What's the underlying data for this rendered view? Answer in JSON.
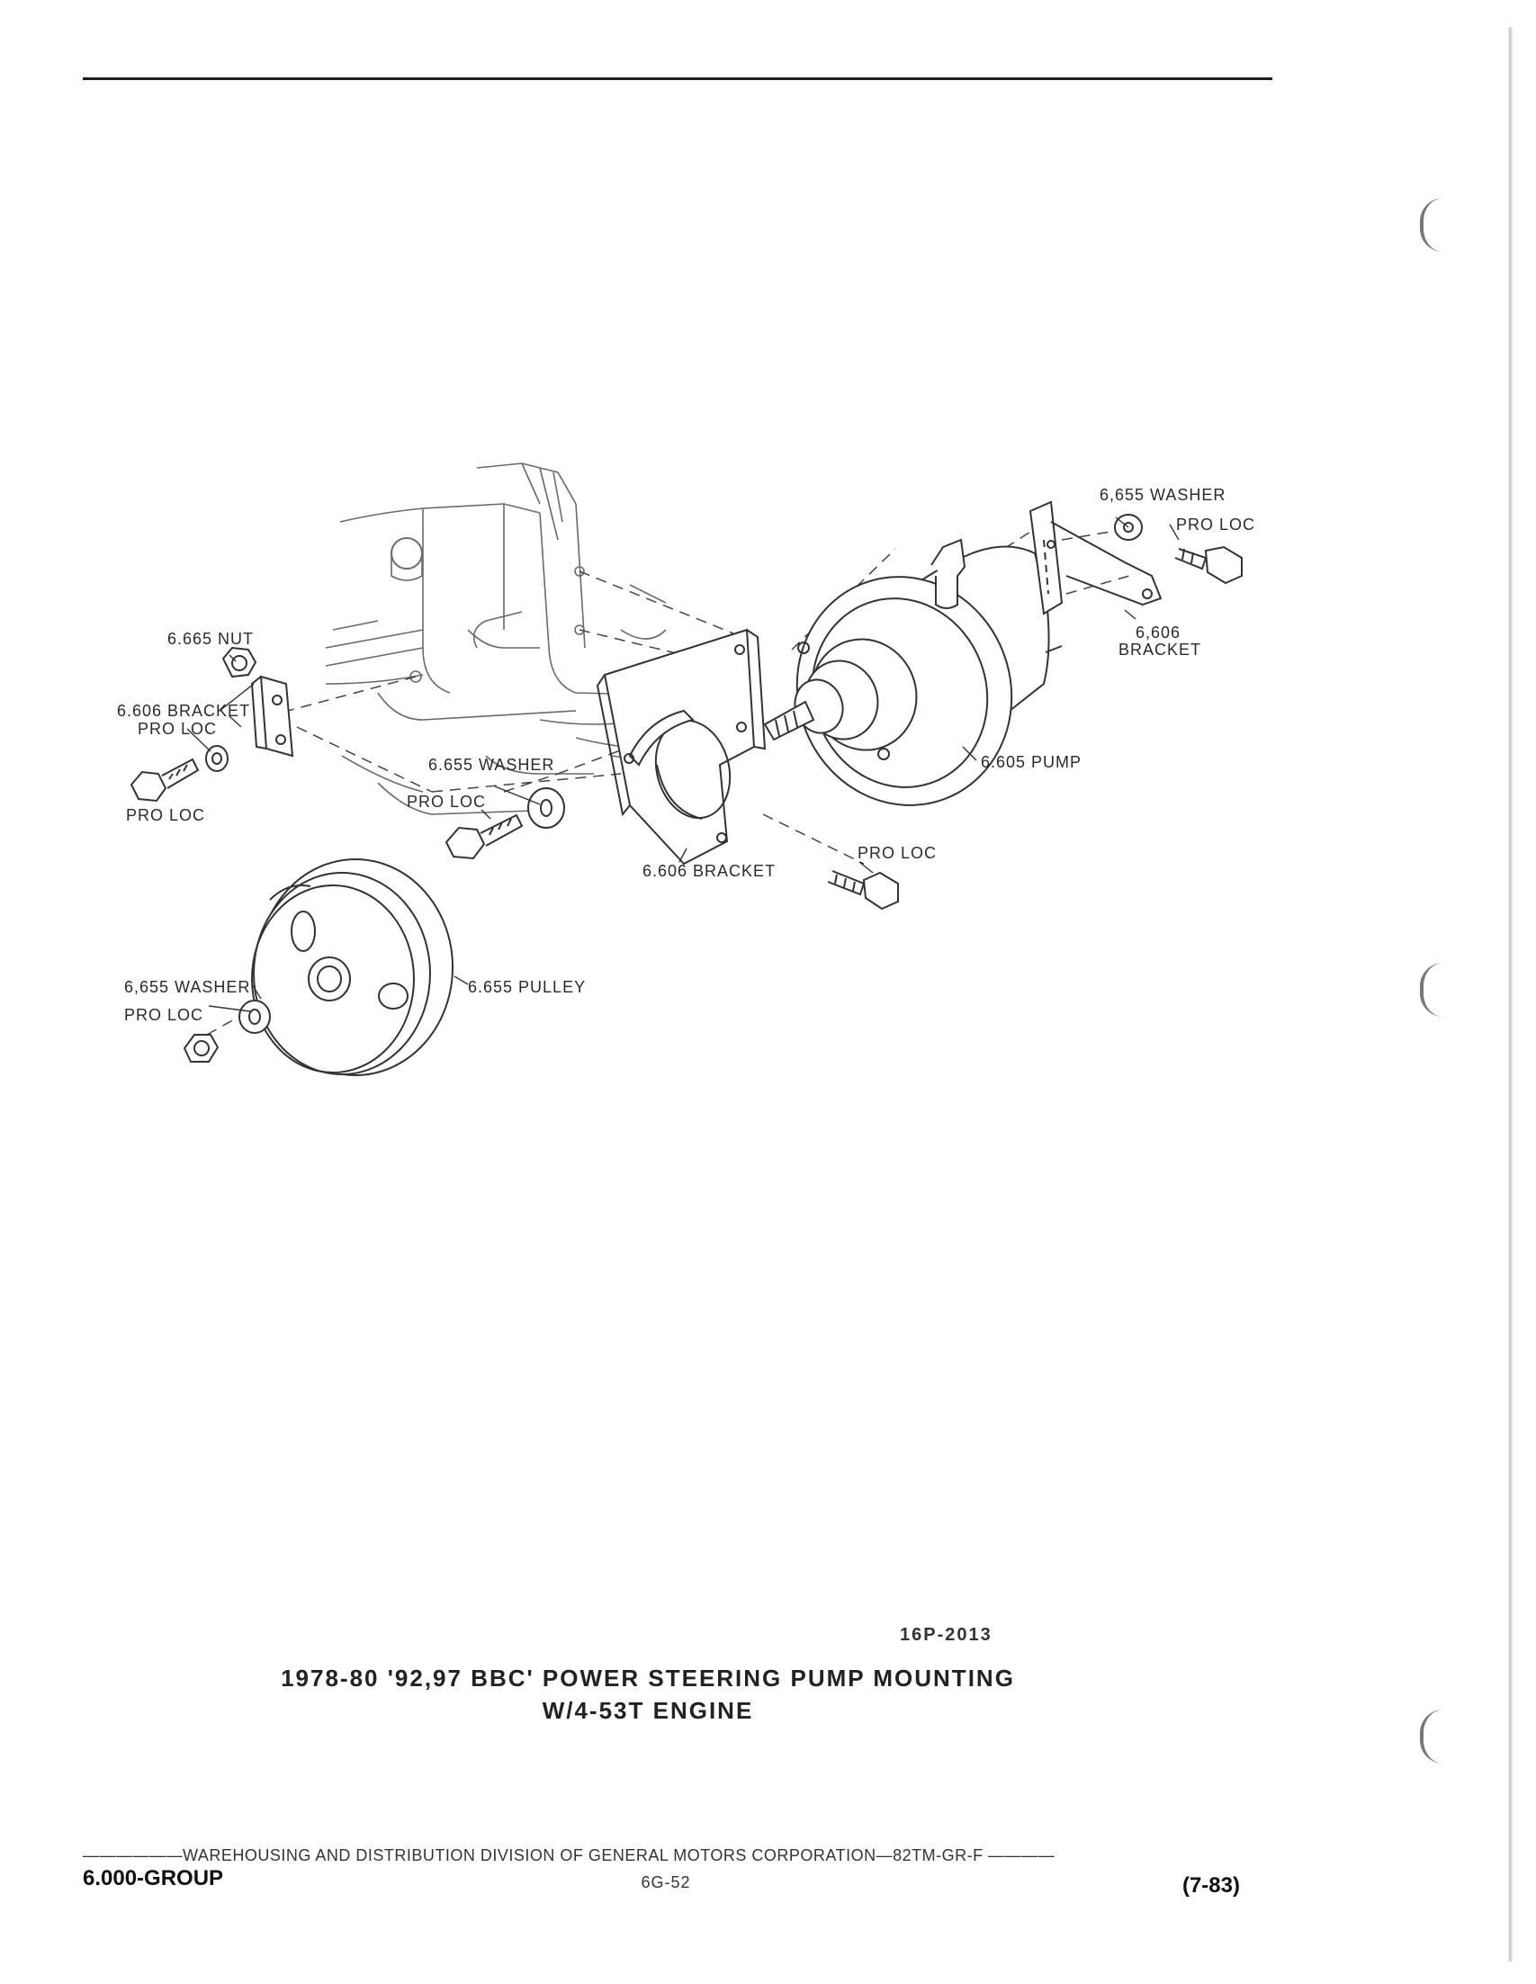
{
  "diagram": {
    "labels": {
      "top_washer": "6,655 WASHER",
      "top_pro_loc": "PRO LOC",
      "right_bracket_num": "6,606",
      "right_bracket_word": "BRACKET",
      "nut": "6.665 NUT",
      "left_bracket": "6.606 BRACKET",
      "left_bracket_pro_loc": "PRO LOC",
      "left_bolt_pro_loc": "PRO LOC",
      "mid_washer": "6.655 WASHER",
      "mid_pro_loc": "PRO LOC",
      "pump": "6.605 PUMP",
      "lower_bracket": "6.606 BRACKET",
      "lower_pro_loc": "PRO LOC",
      "pulley_washer": "6,655 WASHER",
      "pulley_pro_loc": "PRO LOC",
      "pulley": "6.655 PULLEY"
    }
  },
  "figure_id": "16P-2013",
  "caption": {
    "line1": "1978-80 '92,97 BBC' POWER STEERING PUMP MOUNTING",
    "line2": "W/4-53T ENGINE"
  },
  "footer": {
    "division_line": "——————WAREHOUSING AND DISTRIBUTION  DIVISION OF GENERAL MOTORS CORPORATION—82TM-GR-F  ————",
    "section": "6.000-GROUP",
    "page": "6G-52",
    "date": "(7-83)"
  }
}
